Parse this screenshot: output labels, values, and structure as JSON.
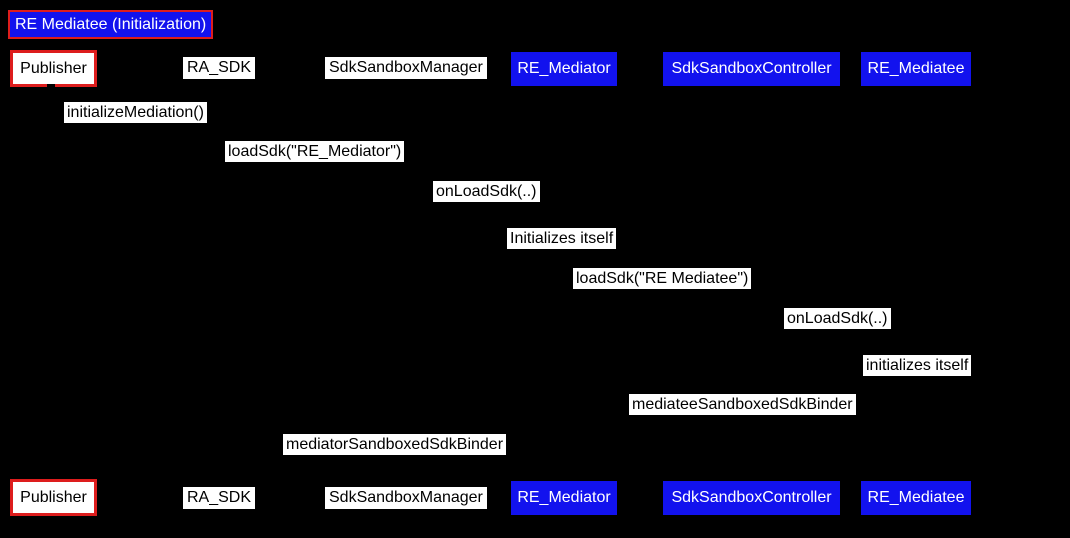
{
  "title": "RE Mediatee (Initialization)",
  "diagram_type": "sequence-diagram",
  "colors": {
    "background": "#000000",
    "box_blue": "#1212ee",
    "border_red": "#dd1d1d",
    "label_bg": "#ffffff",
    "label_text": "#000000",
    "blue_box_text": "#ffffff"
  },
  "participants": [
    {
      "id": "publisher",
      "label": "Publisher"
    },
    {
      "id": "ra-sdk",
      "label": "RA_SDK"
    },
    {
      "id": "sdk-sandbox-manager",
      "label": "SdkSandboxManager"
    },
    {
      "id": "re-mediator",
      "label": "RE_Mediator"
    },
    {
      "id": "sdk-sandbox-controller",
      "label": "SdkSandboxController"
    },
    {
      "id": "re-mediatee",
      "label": "RE_Mediatee"
    }
  ],
  "messages": [
    "initializeMediation()",
    "loadSdk(\"RE_Mediator\")",
    "onLoadSdk(..)",
    "Initializes itself",
    "loadSdk(\"RE Mediatee\")",
    "onLoadSdk(..)",
    "initializes itself",
    "mediateeSandboxedSdkBinder",
    "mediatorSandboxedSdkBinder"
  ]
}
